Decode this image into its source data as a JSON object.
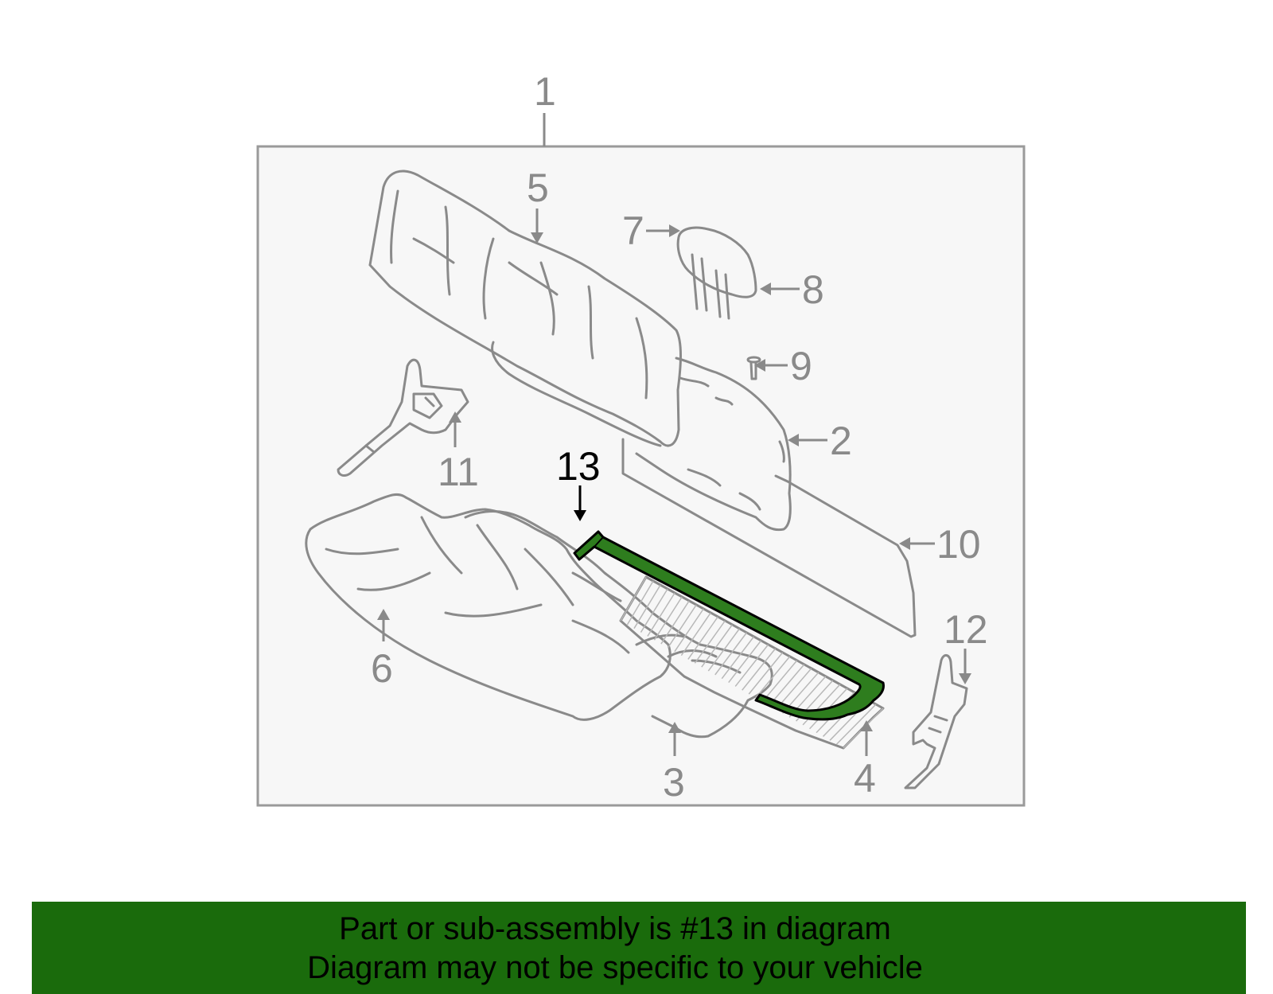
{
  "diagram": {
    "callouts": {
      "c1": "1",
      "c2": "2",
      "c3": "3",
      "c4": "4",
      "c5": "5",
      "c6": "6",
      "c7": "7",
      "c8": "8",
      "c9": "9",
      "c10": "10",
      "c11": "11",
      "c12": "12",
      "c13": "13"
    },
    "highlighted_part": "13",
    "colors": {
      "line_art": "#8a8a8a",
      "panel_bg": "#f7f7f7",
      "highlight_fill": "#2e7d1e",
      "highlight_label": "#000000",
      "banner_bg": "#1a6b0c"
    }
  },
  "banner": {
    "line1": "Part or sub-assembly is #13 in diagram",
    "line2": "Diagram may not be specific to your vehicle"
  }
}
